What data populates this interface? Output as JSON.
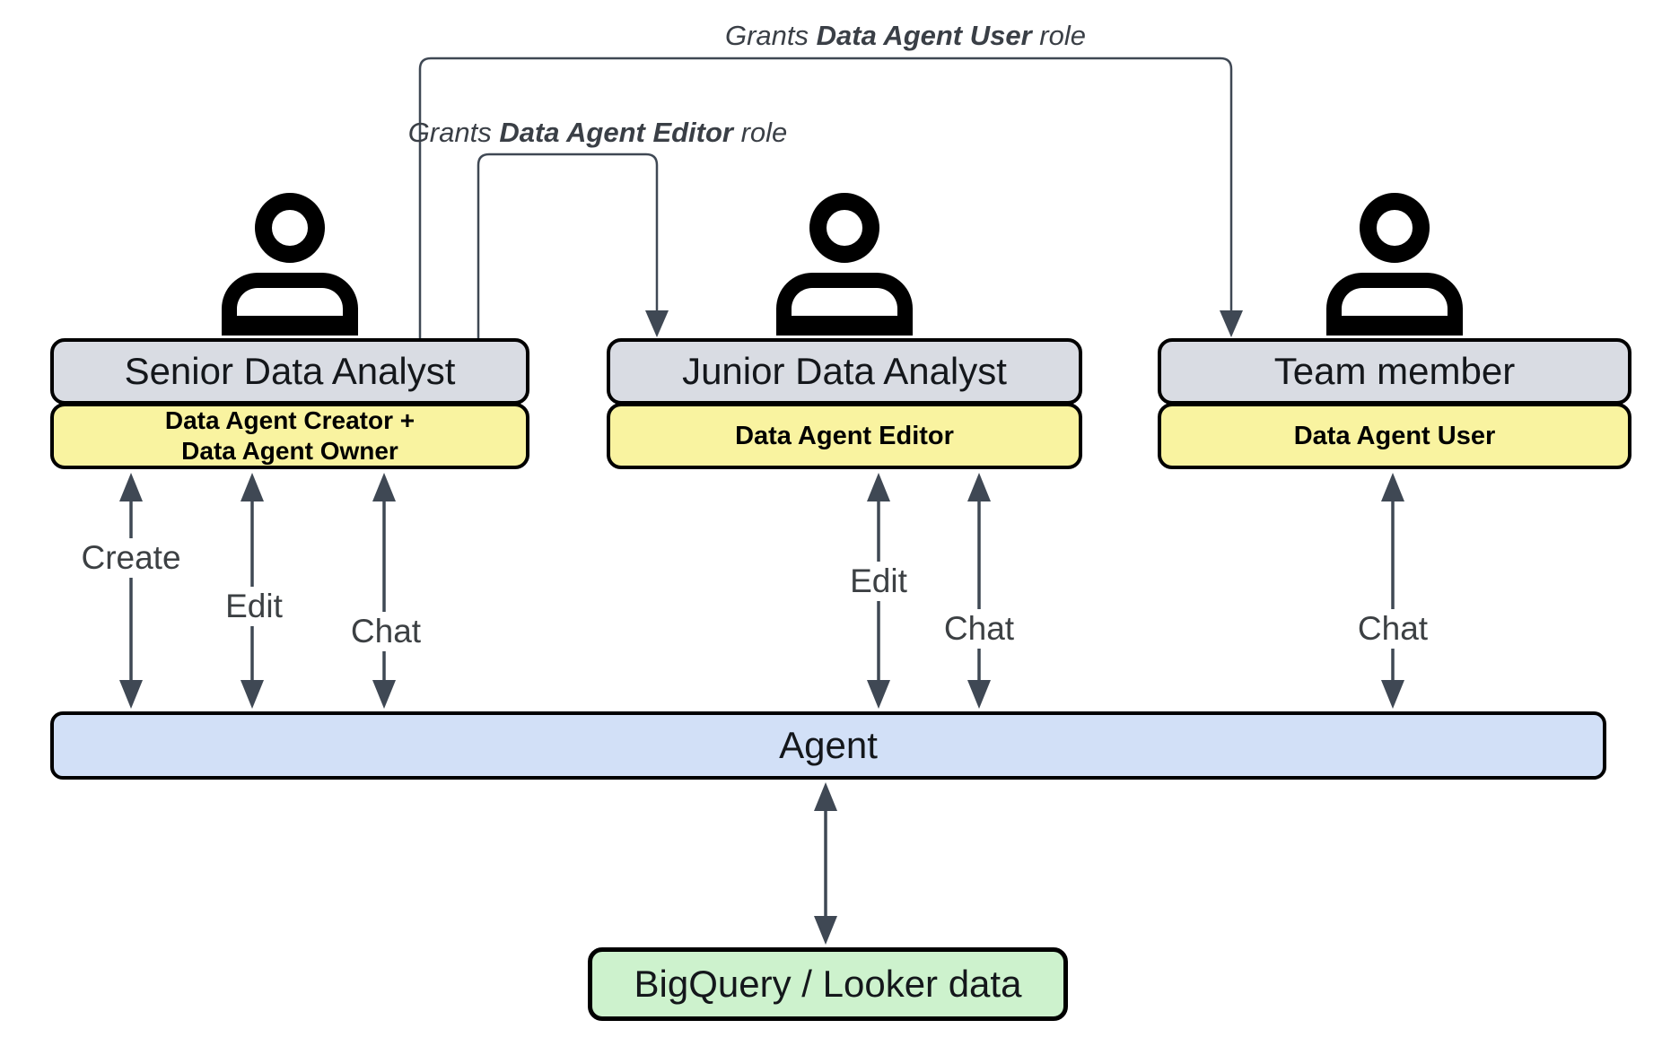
{
  "diagram": {
    "actors": {
      "senior": {
        "title": "Senior Data Analyst",
        "role_line1": "Data Agent Creator +",
        "role_line2": "Data Agent Owner"
      },
      "junior": {
        "title": "Junior Data Analyst",
        "role": "Data Agent Editor"
      },
      "team": {
        "title": "Team member",
        "role": "Data Agent User"
      }
    },
    "action_labels": {
      "create": "Create",
      "edit": "Edit",
      "chat": "Chat"
    },
    "annotations": {
      "grant_user": {
        "prefix": "Grants ",
        "bold": "Data Agent User",
        "suffix": " role"
      },
      "grant_editor": {
        "prefix": "Grants ",
        "bold": "Data Agent Editor",
        "suffix": " role"
      }
    },
    "agent": {
      "label": "Agent"
    },
    "datasource": {
      "label": "BigQuery / Looker data"
    }
  },
  "colors": {
    "actor_fill": "#d9dce3",
    "role_fill": "#f9f3a0",
    "agent_fill": "#d2e0f7",
    "datasource_fill": "#cdf2cd",
    "arrow": "#3f4854",
    "border": "#000000",
    "label_text": "#3c4043",
    "annotation_text": "#3a3f46"
  }
}
